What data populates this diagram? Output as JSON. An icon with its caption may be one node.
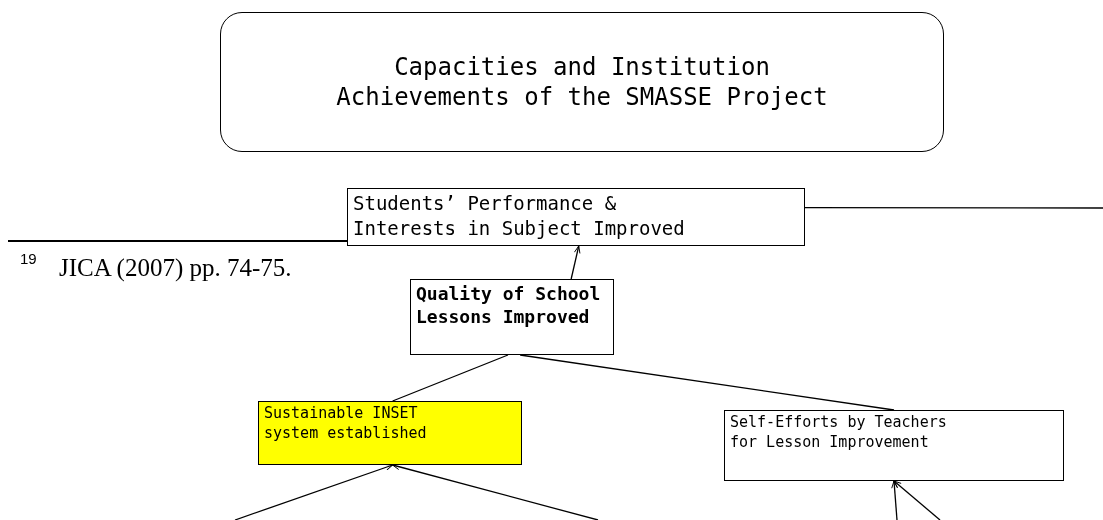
{
  "diagram": {
    "title": "Capacities and Institution Achievements of the SMASSE Project",
    "nodes": [
      {
        "text": [
          "Students’ Performance & Interests in Subject Improved"
        ]
      },
      {
        "text": [
          "Quality of School Lessons Improved"
        ]
      },
      {
        "text": [
          "Sustainable INSET system established"
        ]
      },
      {
        "text": [
          "Self-Efforts by Teachers for Lesson Improvement"
        ]
      }
    ],
    "edges": [
      {
        "from": 1,
        "to": 0,
        "arrow": "to"
      },
      {
        "from": 1,
        "to": 2,
        "arrow": "none"
      },
      {
        "from": 1,
        "to": 3,
        "arrow": "none"
      },
      {
        "from": null,
        "to": 2,
        "arrow": "to"
      },
      {
        "from": null,
        "to": 2,
        "arrow": "to"
      },
      {
        "from": null,
        "to": 3,
        "arrow": "to"
      },
      {
        "from": null,
        "to": 3,
        "arrow": "to"
      },
      {
        "from": 0,
        "to": null,
        "arrow": "none"
      }
    ],
    "labels": [
      "$^{19}$ JICA (2007) pp. 74-75."
    ]
  }
}
